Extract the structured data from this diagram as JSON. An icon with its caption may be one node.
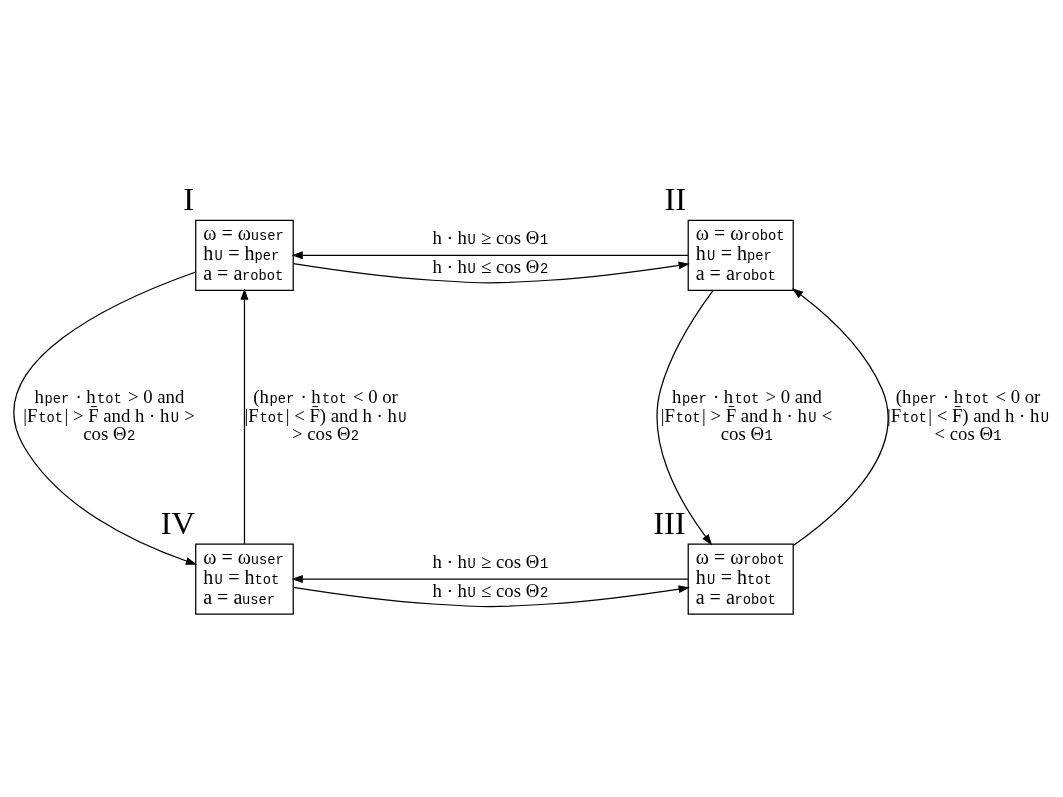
{
  "diagram": {
    "nodes": [
      {
        "text": [
          "ω = ω$_{user}$",
          "h$_{U}$ = h$_{per}$",
          "a = a$_{robot}$"
        ],
        "beside": [
          "I"
        ]
      },
      {
        "text": [
          "ω = ω$_{robot}$",
          "h$_{U}$ = h$_{per}$",
          "a = a$_{robot}$"
        ],
        "beside": [
          "II"
        ]
      },
      {
        "text": [
          "ω = ω$_{user}$",
          "h$_{U}$ = h$_{tot}$",
          "a = a$_{user}$"
        ],
        "beside": [
          "IV"
        ]
      },
      {
        "text": [
          "ω = ω$_{robot}$",
          "h$_{U}$ = h$_{tot}$",
          "a = a$_{robot}$"
        ],
        "beside": [
          "III"
        ]
      }
    ],
    "edges": [
      {
        "from": 1,
        "to": 0,
        "arrow": "to",
        "label": "h · h$_{U}$ ≥ cos Θ$_{1}$"
      },
      {
        "from": 0,
        "to": 1,
        "arrow": "to",
        "label": "h · h$_{U}$ ≤ cos Θ$_{2}$"
      },
      {
        "from": 2,
        "to": 0,
        "arrow": "to",
        "label": "(h$_{per}$ · h$_{tot}$ < 0 or |F$_{tot}$| < F̄) and h · h$_{U}$ > cos Θ$_{2}$"
      },
      {
        "from": 0,
        "to": 2,
        "arrow": "to",
        "label": "h$_{per}$ · h$_{tot}$ > 0 and |F$_{tot}$| > F̄ and h · h$_{U}$ > cos Θ$_{2}$"
      },
      {
        "from": 3,
        "to": 1,
        "arrow": "to",
        "label": "(h$_{per}$ · h$_{tot}$ < 0 or |F$_{tot}$| < F̄) and h · h$_{U}$ < cos Θ$_{1}$"
      },
      {
        "from": 1,
        "to": 3,
        "arrow": "to",
        "label": "h$_{per}$ · h$_{tot}$ > 0 and |F$_{tot}$| > F̄ and h · h$_{U}$ < cos Θ$_{1}$"
      },
      {
        "from": 3,
        "to": 2,
        "arrow": "to",
        "label": "h · h$_{U}$ ≥ cos Θ$_{1}$"
      },
      {
        "from": 2,
        "to": 3,
        "arrow": "to",
        "label": "h · h$_{U}$ ≤ cos Θ$_{2}$"
      }
    ]
  }
}
